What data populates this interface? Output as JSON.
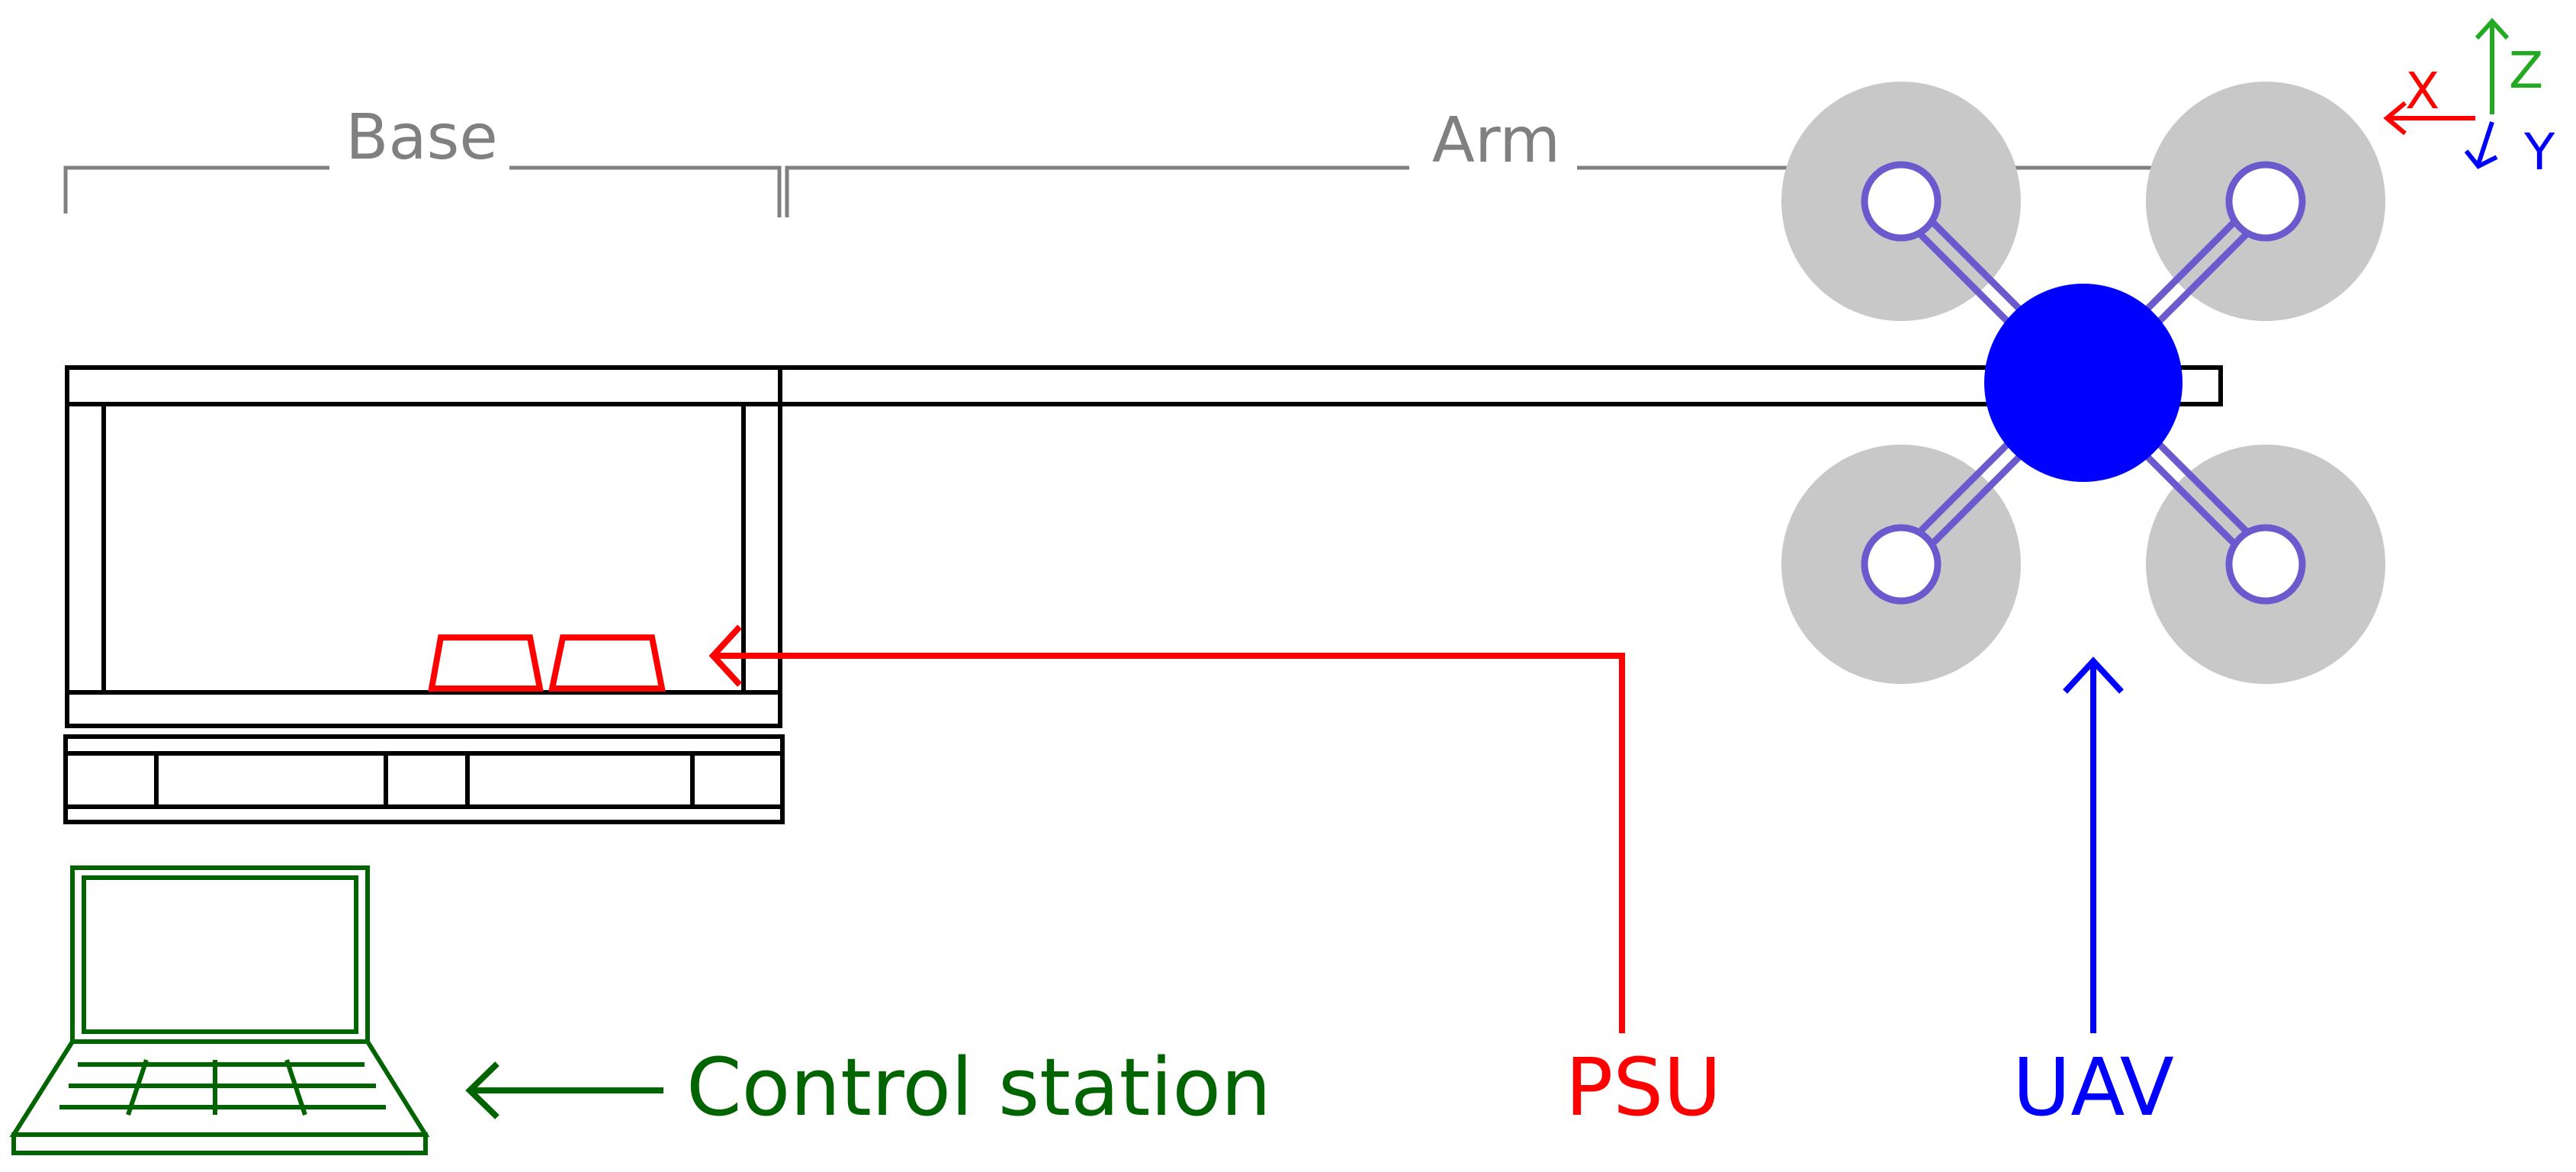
{
  "labels": {
    "base": "Base",
    "arm": "Arm",
    "control_station": "Control station",
    "psu": "PSU",
    "uav": "UAV"
  },
  "axes": {
    "x": "X",
    "y": "Y",
    "z": "Z"
  },
  "colors": {
    "structure": "#000000",
    "bracket": "#808080",
    "psu": "#ff0000",
    "uav": "#0000ff",
    "uav_arm": "#6a5acd",
    "rotor": "#c8c8c8",
    "control_station": "#006400",
    "axis_x": "#ff0000",
    "axis_y": "#0000ff",
    "axis_z": "#22aa22"
  },
  "icons": {
    "control_station": "laptop-icon",
    "uav": "quadcopter-icon",
    "psu": "power-supply-icon"
  }
}
